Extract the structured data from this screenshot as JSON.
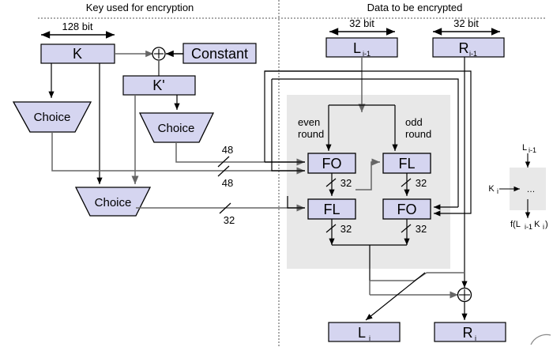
{
  "headers": {
    "left": "Key used for encryption",
    "right": "Data to be encrypted"
  },
  "key_side": {
    "width_label": "128 bit",
    "k_box": "K",
    "constant_box": "Constant",
    "kprime_box": "K'",
    "choice_boxes": [
      "Choice",
      "Choice",
      "Choice"
    ],
    "bus_labels": [
      "48",
      "48",
      "32"
    ],
    "xor_symbol": "⊕"
  },
  "data_side": {
    "width_label_left": "32 bit",
    "width_label_right": "32 bit",
    "input_left": "L",
    "input_left_sub": "i-1",
    "input_right": "R",
    "input_right_sub": "i-1",
    "even_round": [
      "even",
      "round"
    ],
    "odd_round": [
      "odd",
      "round"
    ],
    "blocks": {
      "even_top": "FO",
      "even_bottom": "FL",
      "odd_top": "FL",
      "odd_bottom": "FO"
    },
    "bus_labels": [
      "32",
      "32",
      "32",
      "32"
    ],
    "output_left": "L",
    "output_left_sub": "i",
    "output_right": "R",
    "output_right_sub": "i",
    "xor_symbol": "⊕"
  },
  "legend": {
    "input": "L",
    "input_sub": "i-1",
    "key_input": "K",
    "key_input_sub": "i",
    "ellipsis": "…",
    "output": "f(L",
    "output_sub1": "i-1",
    "output_mid": ", K",
    "output_sub2": "i",
    "output_end": ")"
  },
  "colors": {
    "box_fill": "#d5d5f0",
    "box_stroke": "#000000",
    "gray_region": "#e8e8e8",
    "line_dark": "#000000",
    "line_gray": "#666666",
    "divider": "#555555"
  }
}
